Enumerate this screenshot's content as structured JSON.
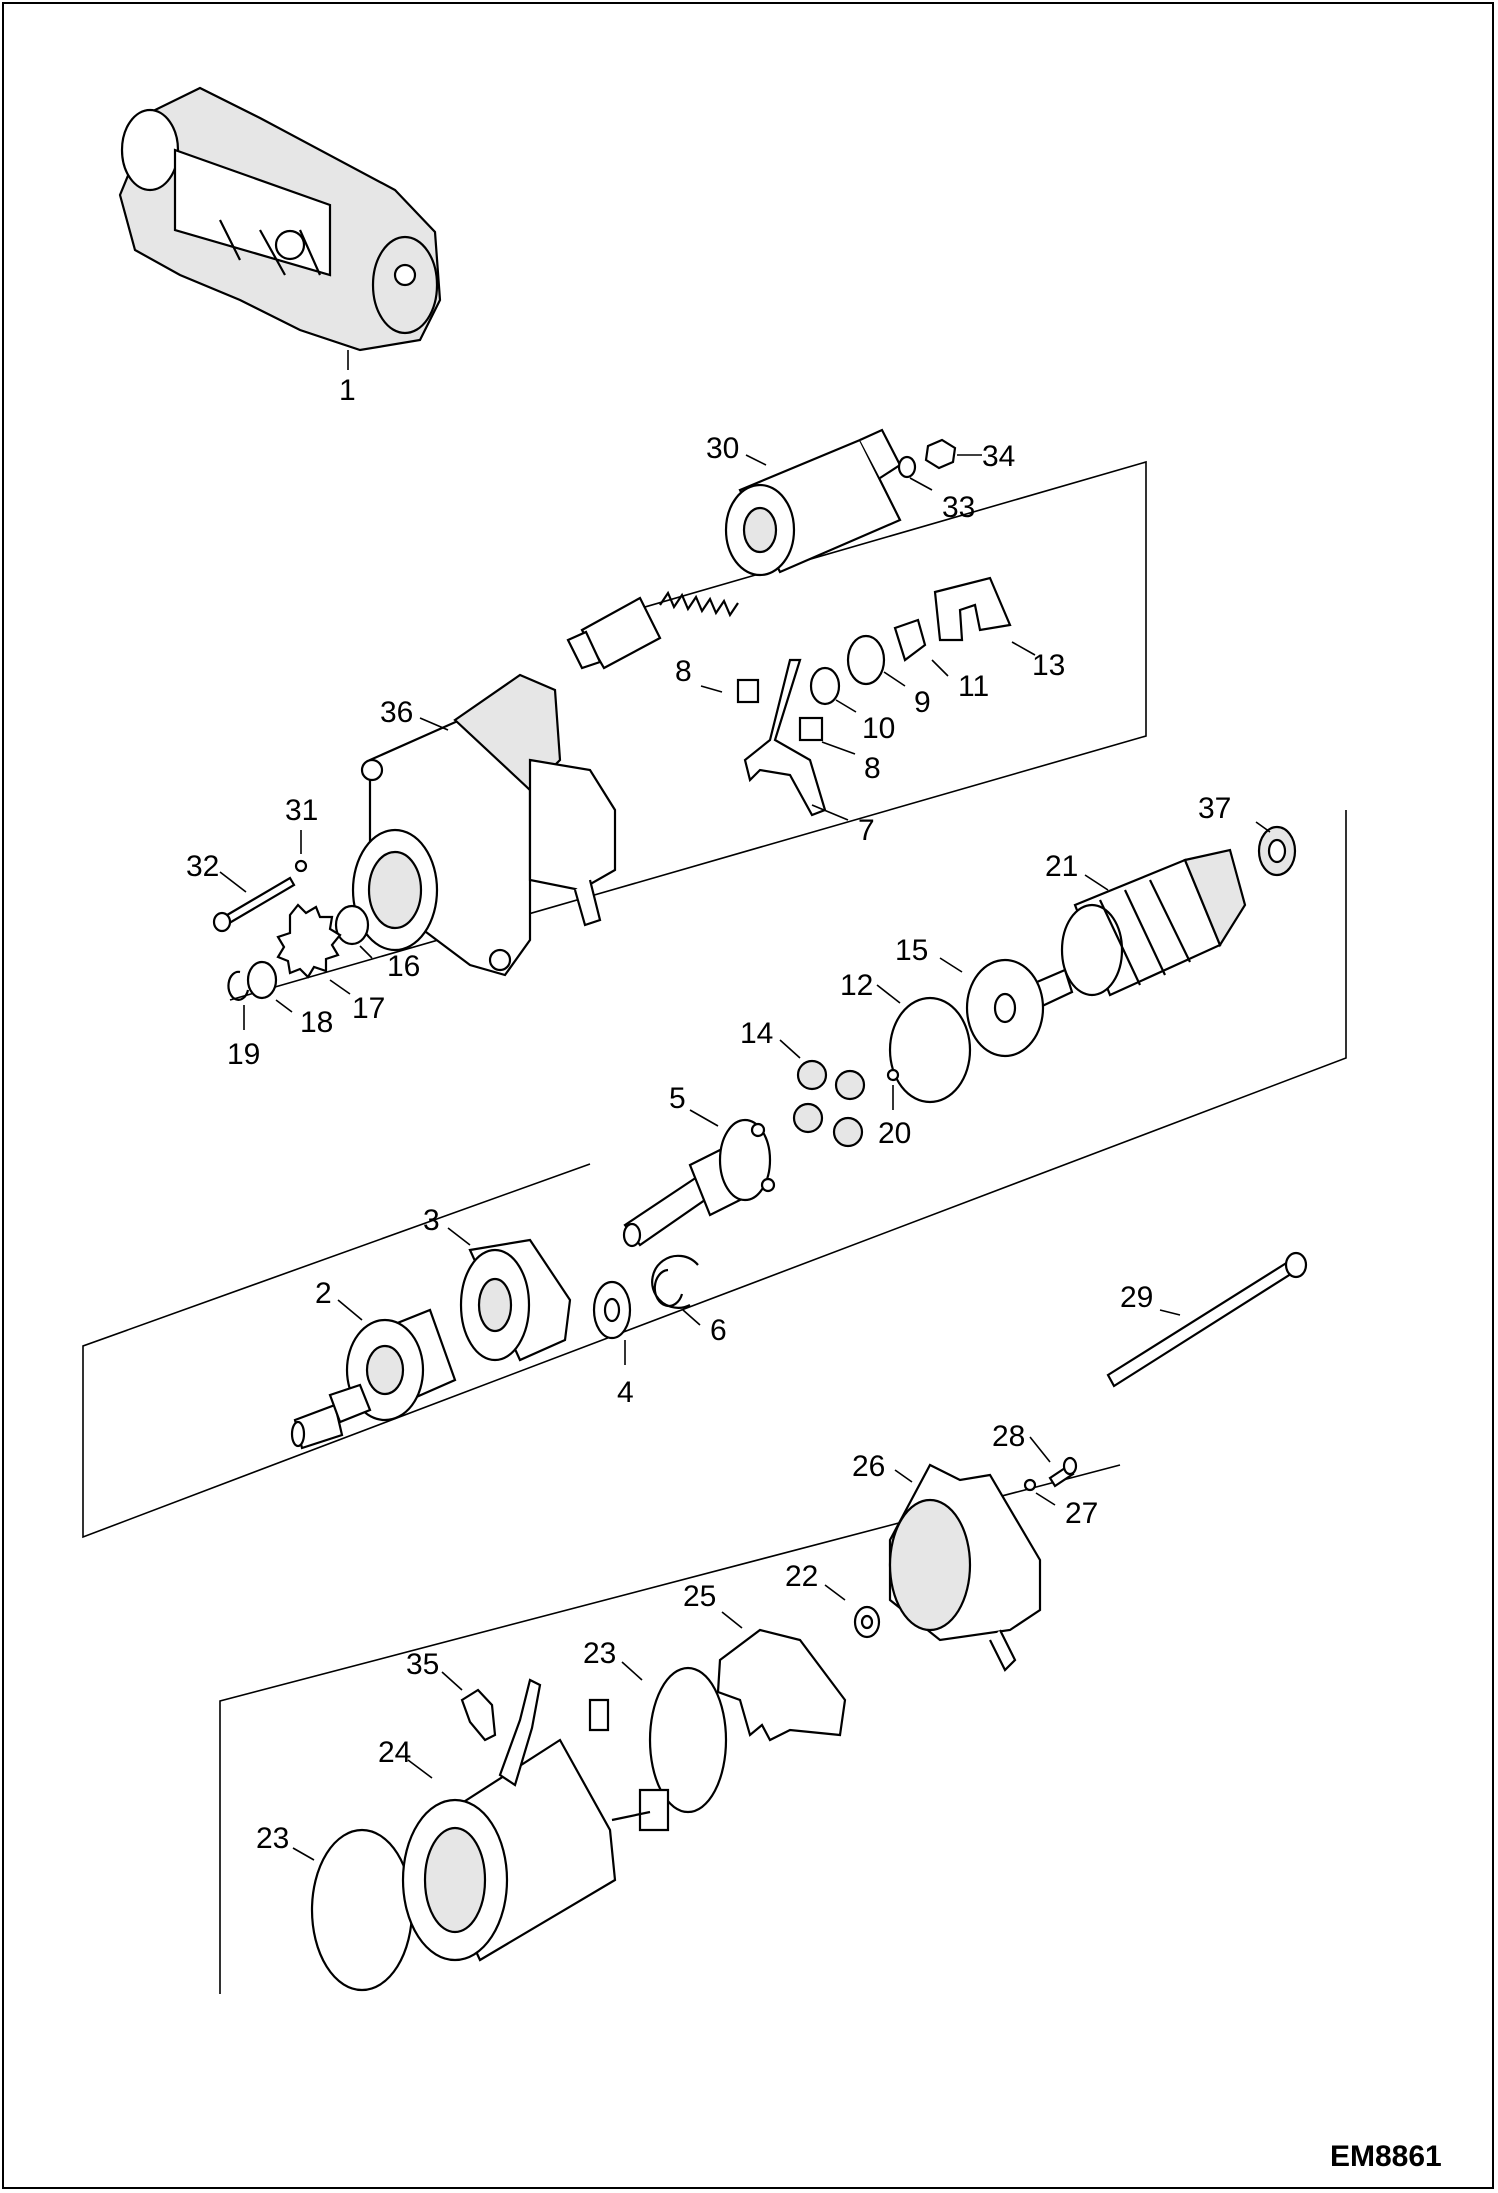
{
  "drawing_code": "EM8861",
  "callouts": {
    "c1": "1",
    "c2": "2",
    "c3": "3",
    "c4": "4",
    "c5": "5",
    "c6": "6",
    "c7": "7",
    "c8a": "8",
    "c8b": "8",
    "c9": "9",
    "c10": "10",
    "c11": "11",
    "c12": "12",
    "c13": "13",
    "c14": "14",
    "c15": "15",
    "c16": "16",
    "c17": "17",
    "c18": "18",
    "c19": "19",
    "c20": "20",
    "c21": "21",
    "c22": "22",
    "c23a": "23",
    "c23b": "23",
    "c24": "24",
    "c25": "25",
    "c26": "26",
    "c27": "27",
    "c28": "28",
    "c29": "29",
    "c30": "30",
    "c31": "31",
    "c32": "32",
    "c33": "33",
    "c34": "34",
    "c35": "35",
    "c36": "36",
    "c37": "37"
  }
}
